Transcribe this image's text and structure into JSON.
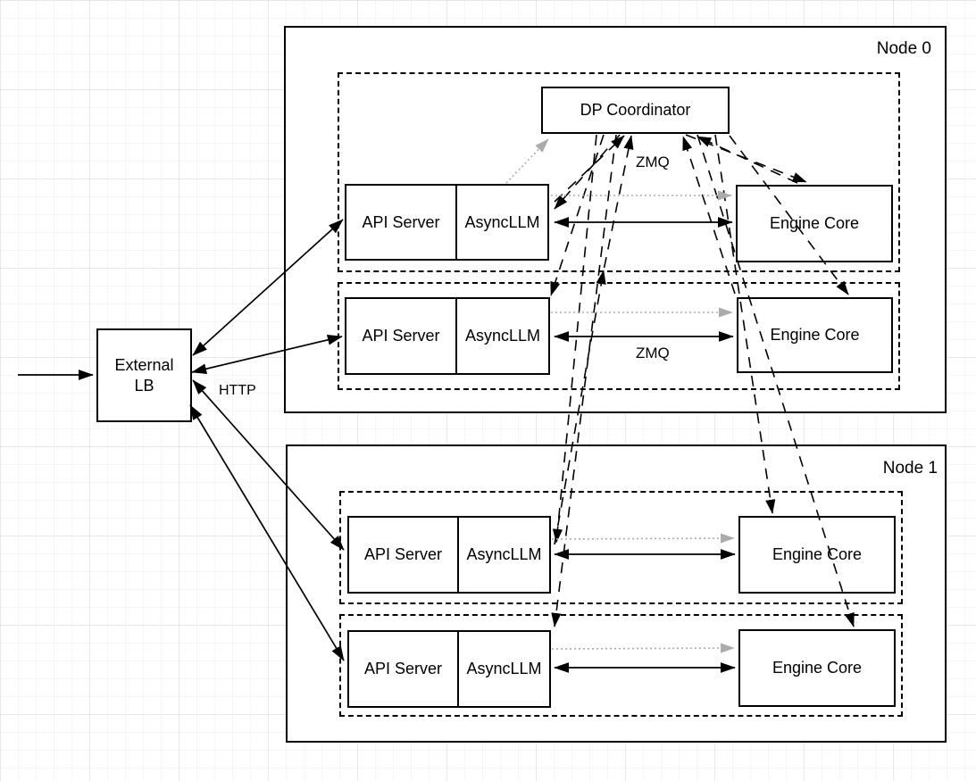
{
  "external_lb": {
    "line1": "External",
    "line2": "LB"
  },
  "edge_labels": {
    "http": "HTTP",
    "zmq_coordinator": "ZMQ",
    "zmq_engine": "ZMQ"
  },
  "nodes": [
    {
      "label": "Node 0",
      "dp_coordinator": "DP Coordinator",
      "replicas": [
        {
          "api_server": "API Server",
          "asyncllm": "AsyncLLM",
          "engine_core": "Engine Core"
        },
        {
          "api_server": "API Server",
          "asyncllm": "AsyncLLM",
          "engine_core": "Engine Core"
        }
      ]
    },
    {
      "label": "Node 1",
      "replicas": [
        {
          "api_server": "API Server",
          "asyncllm": "AsyncLLM",
          "engine_core": "Engine Core"
        },
        {
          "api_server": "API Server",
          "asyncllm": "AsyncLLM",
          "engine_core": "Engine Core"
        }
      ]
    }
  ],
  "colors": {
    "stroke": "#000000",
    "gray_edge": "#ababab",
    "box_fill": "#ffffff",
    "background": "#ffffff"
  }
}
